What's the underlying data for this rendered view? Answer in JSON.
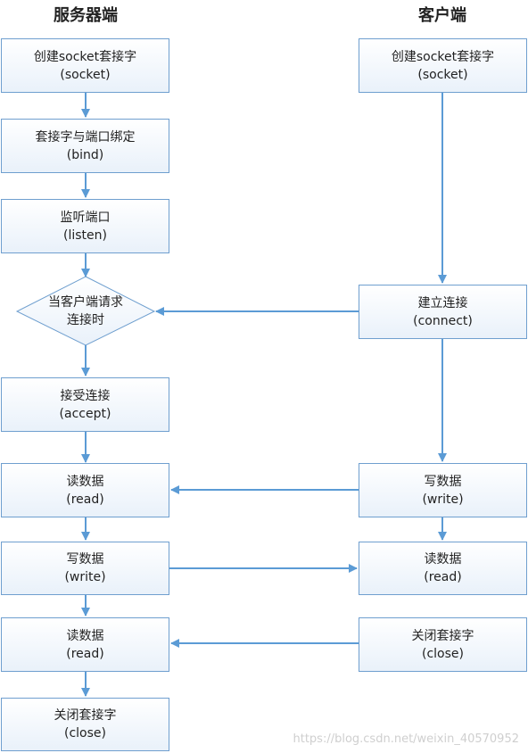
{
  "columns": {
    "server_title": "服务器端",
    "client_title": "客户端"
  },
  "server_nodes": [
    {
      "id": "s_socket",
      "label": "创建socket套接字",
      "sub": "(socket)"
    },
    {
      "id": "s_bind",
      "label": "套接字与端口绑定",
      "sub": "(bind)"
    },
    {
      "id": "s_listen",
      "label": "监听端口",
      "sub": "(listen)"
    },
    {
      "id": "s_decision",
      "label": "当客户端请求",
      "sub": "连接时"
    },
    {
      "id": "s_accept",
      "label": "接受连接",
      "sub": "(accept)"
    },
    {
      "id": "s_read1",
      "label": "读数据",
      "sub": "(read)"
    },
    {
      "id": "s_write",
      "label": "写数据",
      "sub": "(write)"
    },
    {
      "id": "s_read2",
      "label": "读数据",
      "sub": "(read)"
    },
    {
      "id": "s_close",
      "label": "关闭套接字",
      "sub": "(close)"
    }
  ],
  "client_nodes": [
    {
      "id": "c_socket",
      "label": "创建socket套接字",
      "sub": "(socket)"
    },
    {
      "id": "c_connect",
      "label": "建立连接",
      "sub": "(connect)"
    },
    {
      "id": "c_write",
      "label": "写数据",
      "sub": "(write)"
    },
    {
      "id": "c_read",
      "label": "读数据",
      "sub": "(read)"
    },
    {
      "id": "c_close",
      "label": "关闭套接字",
      "sub": "(close)"
    }
  ],
  "watermark": "https://blog.csdn.net/weixin_40570952",
  "colors": {
    "border": "#6f9fcf",
    "arrow": "#5b9bd5",
    "fill_bottom": "#e9f1fa"
  }
}
